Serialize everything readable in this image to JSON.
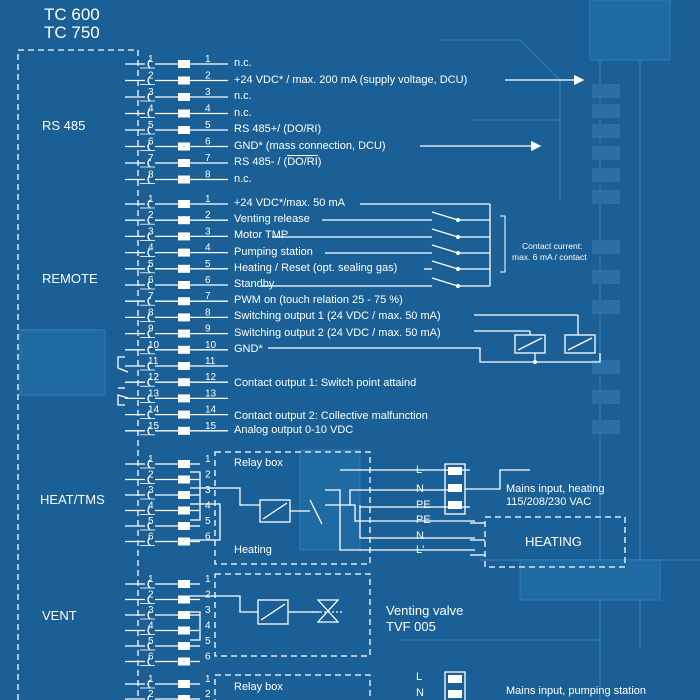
{
  "title": {
    "line1": "TC 600",
    "line2": "TC 750"
  },
  "groups": {
    "rs485": "RS 485",
    "remote": "REMOTE",
    "heat": "HEAT/TMS",
    "vent": "VENT"
  },
  "rs485": [
    {
      "pin": "1",
      "label_pre": "n.c."
    },
    {
      "pin": "2",
      "label_pre": "+24 VDC* / max. 200 mA (supply voltage, DCU)"
    },
    {
      "pin": "3",
      "label_pre": "n.c."
    },
    {
      "pin": "4",
      "label_pre": "n.c."
    },
    {
      "pin": "5",
      "label_pre": "RS 485+/ (DO/RI)"
    },
    {
      "pin": "6",
      "label_pre": "GND* (mass connection, DCU)"
    },
    {
      "pin": "7",
      "label_pre": "RS 485- / (",
      "label_ol": "DO/RI",
      "label_post": ")"
    },
    {
      "pin": "8",
      "label_pre": "n.c."
    }
  ],
  "remote": [
    {
      "pin": "1",
      "label": "+24 VDC*/max. 50 mA"
    },
    {
      "pin": "2",
      "label": "Venting release"
    },
    {
      "pin": "3",
      "label": "Motor TMP"
    },
    {
      "pin": "4",
      "label": "Pumping station"
    },
    {
      "pin": "5",
      "label": "Heating / Reset (opt. sealing gas)"
    },
    {
      "pin": "6",
      "label": "Standby"
    },
    {
      "pin": "7",
      "label": "PWM on (touch relation 25 - 75 %)"
    },
    {
      "pin": "8",
      "label": "Switching output 1 (24 VDC / max. 50 mA)"
    },
    {
      "pin": "9",
      "label": "Switching output 2 (24 VDC / max. 50 mA)"
    },
    {
      "pin": "10",
      "label": "GND*"
    },
    {
      "pin": "11",
      "label": ""
    },
    {
      "pin": "12",
      "label": "Contact output 1: Switch point attaind"
    },
    {
      "pin": "13",
      "label": ""
    },
    {
      "pin": "14",
      "label": "Contact output 2: Collective malfunction"
    },
    {
      "pin": "15",
      "label": "Analog output 0-10 VDC"
    }
  ],
  "contact_note": {
    "line1": "Contact current:",
    "line2": "max. 6 mA / contact"
  },
  "heat_pins": [
    "1",
    "2",
    "3",
    "4",
    "5",
    "6"
  ],
  "vent_pins": [
    "1",
    "2",
    "3",
    "4",
    "5",
    "6"
  ],
  "bottom_pins": [
    "1",
    "2"
  ],
  "relay_box_label": "Relay box",
  "heating_label": "Heating",
  "mains_terminals": [
    "L",
    "N",
    "PE"
  ],
  "heating_terminals": [
    "PE",
    "N",
    "L'"
  ],
  "mains_heating": {
    "line1": "Mains input, heating",
    "line2": "115/208/230 VAC"
  },
  "heating_box": "HEATING",
  "venting_valve": {
    "line1": "Venting valve",
    "line2": "TVF 005"
  },
  "relay_box_bottom": "Relay box",
  "bottom_terminals": [
    "L",
    "N"
  ],
  "mains_pumping": "Mains input, pumping station"
}
